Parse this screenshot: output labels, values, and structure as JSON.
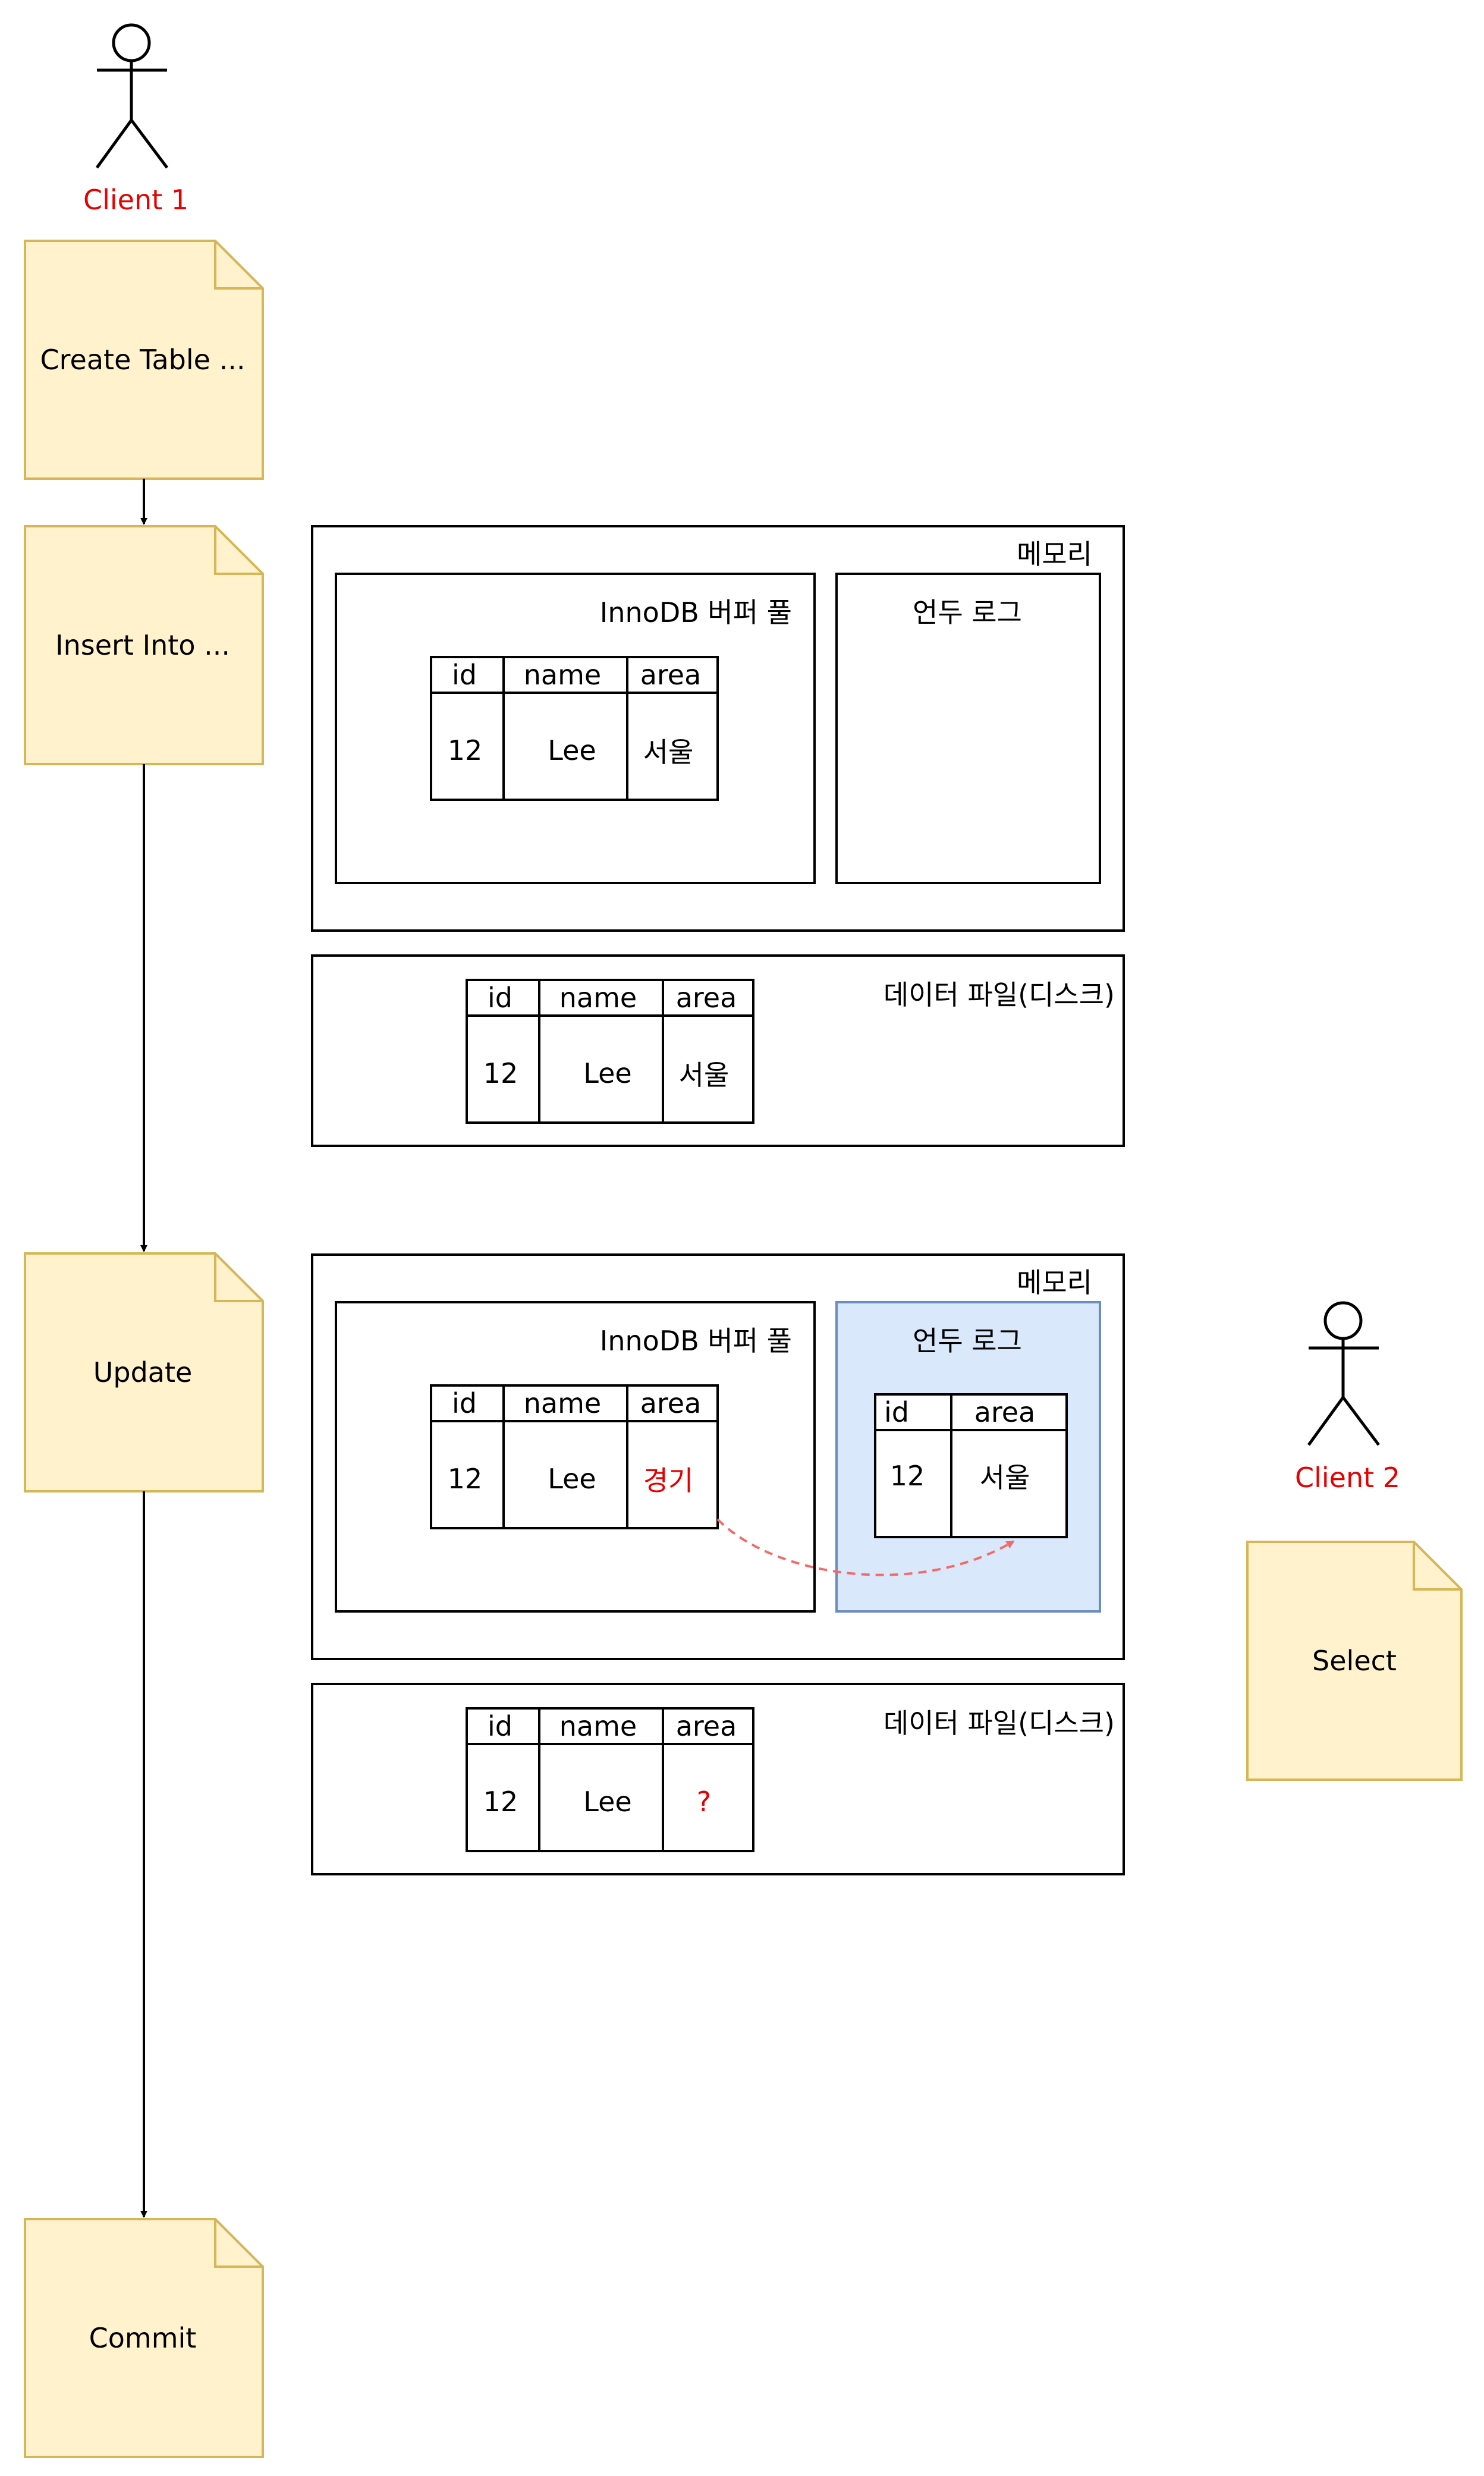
{
  "actors": {
    "client1": {
      "label": "Client 1",
      "label_color": "#e60000"
    },
    "client2": {
      "label": "Client 2",
      "label_color": "#e60000"
    }
  },
  "steps": {
    "create": "Create Table ...",
    "insert": "Insert Into ...",
    "update": "Update",
    "commit": "Commit",
    "select": "Select"
  },
  "labels": {
    "memory": "메모리",
    "buffer_pool": "InnoDB 버퍼 풀",
    "undo_log": "언두 로그",
    "data_file": "데이터 파일(디스크)"
  },
  "state1": {
    "buffer_table": {
      "headers": [
        "id",
        "name",
        "area"
      ],
      "row": [
        "12",
        "Lee",
        "서울"
      ]
    },
    "disk_table": {
      "headers": [
        "id",
        "name",
        "area"
      ],
      "row": [
        "12",
        "Lee",
        "서울"
      ]
    }
  },
  "state2": {
    "buffer_table": {
      "headers": [
        "id",
        "name",
        "area"
      ],
      "row": [
        "12",
        "Lee",
        "경기"
      ],
      "changed_cell_color": "#e60000"
    },
    "undo_table": {
      "headers": [
        "id",
        "area"
      ],
      "row": [
        "12",
        "서울"
      ]
    },
    "disk_table": {
      "headers": [
        "id",
        "name",
        "area"
      ],
      "row": [
        "12",
        "Lee",
        "?"
      ],
      "unknown_cell_color": "#e60000"
    }
  },
  "colors": {
    "note_fill": "#fff2cc",
    "note_stroke": "#d6b656",
    "undo_fill": "#dae8fc",
    "undo_stroke": "#6c8ebf",
    "arrow_dashed": "#f26b6b"
  }
}
